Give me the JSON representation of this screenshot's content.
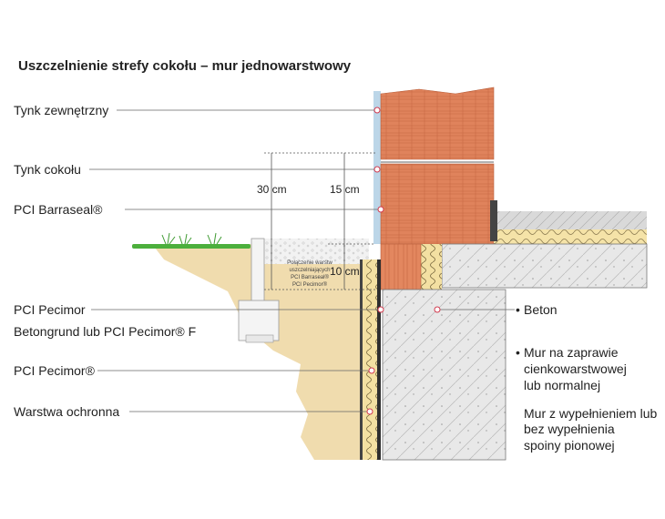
{
  "title": "Uszczelnienie strefy cokołu – mur jednowarstwowy",
  "labels_left": [
    "Tynk zewnętrzny",
    "Tynk cokołu",
    "PCI Barraseal®",
    "PCI Pecimor",
    "Betongrund lub PCI Pecimor® F",
    "PCI Pecimor®",
    "Warstwa ochronna"
  ],
  "dimensions": [
    "30 cm",
    "15 cm",
    "10 cm"
  ],
  "note_small": [
    "Połączenie warstw",
    "uszczelniających",
    "PCI Barraseal®",
    "PCI Pecimor®"
  ],
  "labels_right": {
    "beton": "Beton",
    "mur_1": [
      "Mur na zaprawie",
      "cienkowarstwowej",
      "lub normalnej"
    ],
    "mur_2": [
      "Mur z wypełnieniem lub",
      "bez wypełnienia",
      "spoiny pionowej"
    ]
  },
  "colors": {
    "brick": "#e0835c",
    "soil": "#f0dcae",
    "insulation": "#f5e3a8",
    "concrete": "#e6e6e6",
    "render": "#bcd6e8",
    "grass": "#4caf3c",
    "marker": "#d23a4e"
  }
}
